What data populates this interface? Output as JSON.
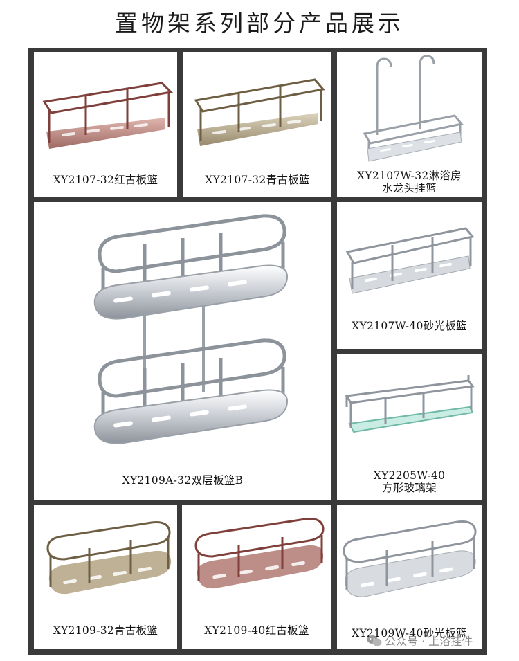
{
  "title": "置物架系列部分产品展示",
  "products": [
    {
      "caption": "XY2107-32红古板篮"
    },
    {
      "caption": "XY2107-32青古板篮"
    },
    {
      "caption_lines": [
        "XY2107W-32淋浴房",
        "水龙头挂篮"
      ]
    },
    {
      "caption": "XY2109A-32双层板篮B"
    },
    {
      "caption": "XY2107W-40砂光板篮"
    },
    {
      "caption_lines": [
        "XY2205W-40",
        "方形玻璃架"
      ]
    },
    {
      "caption": "XY2109-32青古板篮"
    },
    {
      "caption": "XY2109-40红古板篮"
    },
    {
      "caption": "XY2109W-40砂光板篮"
    }
  ],
  "watermark": {
    "text": "公众号 · 上浴挂件"
  },
  "colors": {
    "frame": "#3a3a3a",
    "red_antique": "#9a5a52",
    "green_antique": "#8a7a5a",
    "chrome": "#b8bcc2"
  }
}
